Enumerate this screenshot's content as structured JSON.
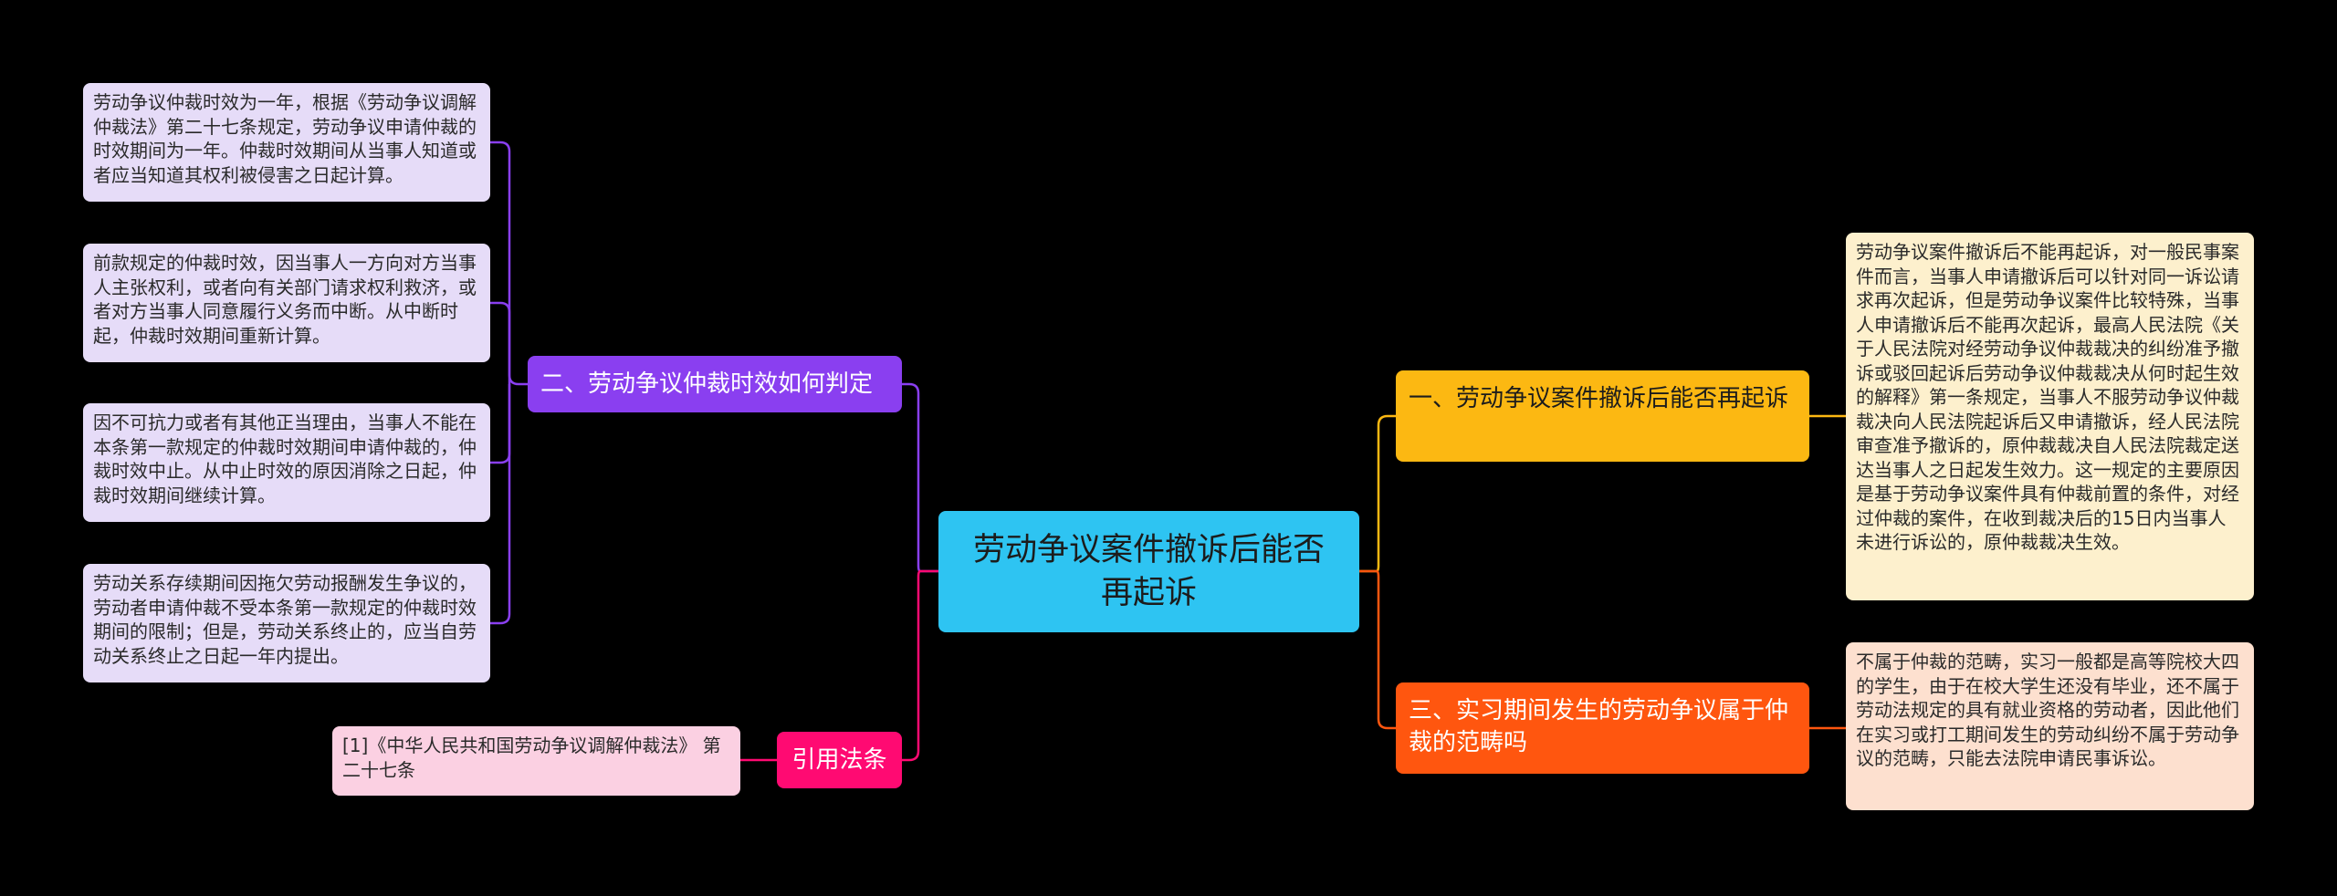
{
  "root": {
    "title": "劳动争议案件撤诉后能否再起诉"
  },
  "branches": [
    {
      "title": "二、劳动争议仲裁时效如何判定",
      "color": "#8a3ff0",
      "leaves": [
        "劳动争议仲裁时效为一年，根据《劳动争议调解仲裁法》第二十七条规定，劳动争议申请仲裁的时效期间为一年。仲裁时效期间从当事人知道或者应当知道其权利被侵害之日起计算。",
        "前款规定的仲裁时效，因当事人一方向对方当事人主张权利，或者向有关部门请求权利救济，或者对方当事人同意履行义务而中断。从中断时起，仲裁时效期间重新计算。",
        "因不可抗力或者有其他正当理由，当事人不能在本条第一款规定的仲裁时效期间申请仲裁的，仲裁时效中止。从中止时效的原因消除之日起，仲裁时效期间继续计算。",
        "劳动关系存续期间因拖欠劳动报酬发生争议的，劳动者申请仲裁不受本条第一款规定的仲裁时效期间的限制；但是，劳动关系终止的，应当自劳动关系终止之日起一年内提出。"
      ]
    },
    {
      "title": "引用法条",
      "color": "#ff0a72",
      "leaves": [
        "[1]《中华人民共和国劳动争议调解仲裁法》 第二十七条"
      ]
    },
    {
      "title": "一、劳动争议案件撤诉后能否再起诉",
      "color": "#fcb812",
      "leaves": [
        "劳动争议案件撤诉后不能再起诉，对一般民事案件而言，当事人申请撤诉后可以针对同一诉讼请求再次起诉，但是劳动争议案件比较特殊，当事人申请撤诉后不能再次起诉，最高人民法院《关于人民法院对经劳动争议仲裁裁决的纠纷准予撤诉或驳回起诉后劳动争议仲裁裁决从何时起生效的解释》第一条规定，当事人不服劳动争议仲裁裁决向人民法院起诉后又申请撤诉，经人民法院审查准予撤诉的，原仲裁裁决自人民法院裁定送达当事人之日起发生效力。这一规定的主要原因是基于劳动争议案件具有仲裁前置的条件，对经过仲裁的案件，在收到裁决后的15日内当事人未进行诉讼的，原仲裁裁决生效。"
      ]
    },
    {
      "title": "三、实习期间发生的劳动争议属于仲裁的范畴吗",
      "color": "#ff560f",
      "leaves": [
        "不属于仲裁的范畴，实习一般都是高等院校大四的学生，由于在校大学生还没有毕业，还不属于劳动法规定的具有就业资格的劳动者，因此他们在实习或打工期间发生的劳动纠纷不属于劳动争议的范畴，只能去法院申请民事诉讼。"
      ]
    }
  ]
}
